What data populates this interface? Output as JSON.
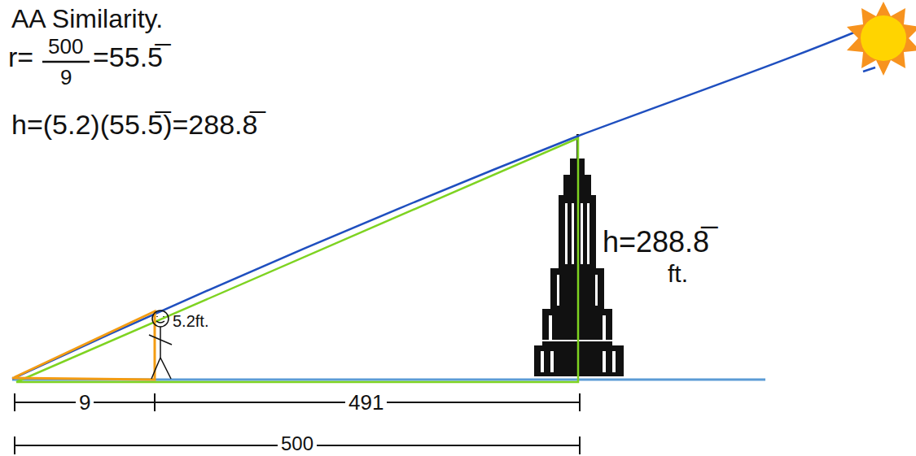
{
  "diagram": {
    "labels": [
      "AA Similarity.",
      "r=",
      "500",
      "9",
      "=55.5̅",
      "h=(5.2)(55.5̅)=288.8̅",
      "h=288.8̅",
      "ft.",
      "5.2ft.",
      "9",
      "491",
      "500"
    ]
  }
}
